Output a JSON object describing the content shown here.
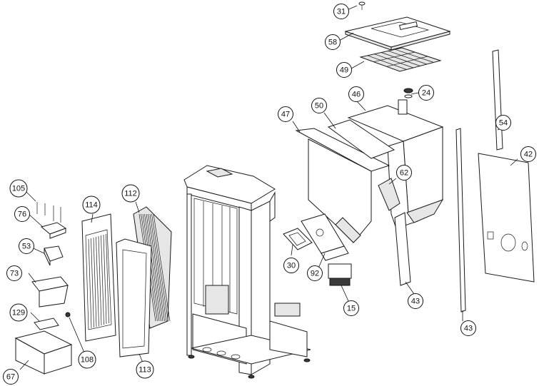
{
  "callouts": [
    {
      "id": "c31",
      "label": "31"
    },
    {
      "id": "c58",
      "label": "58"
    },
    {
      "id": "c49",
      "label": "49"
    },
    {
      "id": "c24",
      "label": "24"
    },
    {
      "id": "c46",
      "label": "46"
    },
    {
      "id": "c50",
      "label": "50"
    },
    {
      "id": "c47",
      "label": "47"
    },
    {
      "id": "c54",
      "label": "54"
    },
    {
      "id": "c42",
      "label": "42"
    },
    {
      "id": "c62",
      "label": "62"
    },
    {
      "id": "c30",
      "label": "30"
    },
    {
      "id": "c92",
      "label": "92"
    },
    {
      "id": "c15",
      "label": "15"
    },
    {
      "id": "c43a",
      "label": "43"
    },
    {
      "id": "c43b",
      "label": "43"
    },
    {
      "id": "c105",
      "label": "105"
    },
    {
      "id": "c76",
      "label": "76"
    },
    {
      "id": "c53",
      "label": "53"
    },
    {
      "id": "c73",
      "label": "73"
    },
    {
      "id": "c129",
      "label": "129"
    },
    {
      "id": "c108",
      "label": "108"
    },
    {
      "id": "c67",
      "label": "67"
    },
    {
      "id": "c114",
      "label": "114"
    },
    {
      "id": "c112",
      "label": "112"
    },
    {
      "id": "c113",
      "label": "113"
    }
  ]
}
